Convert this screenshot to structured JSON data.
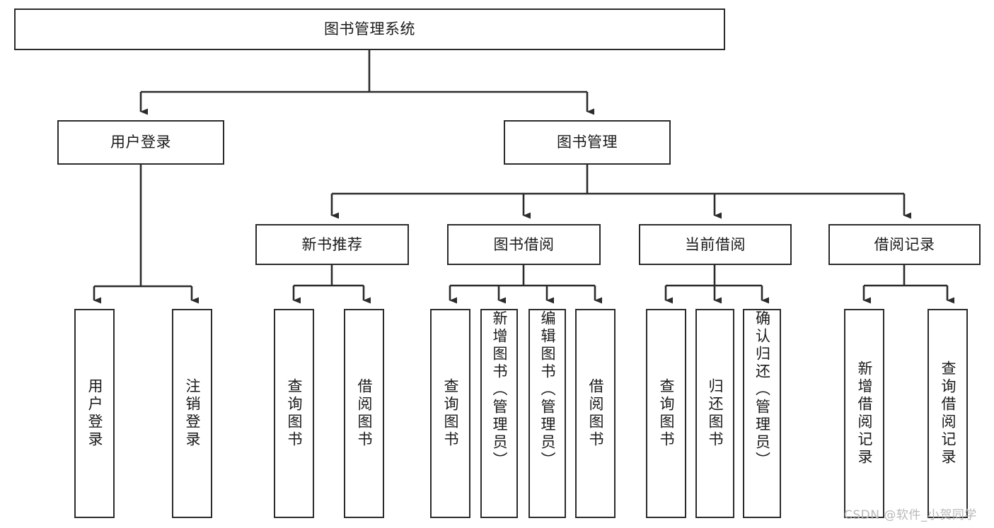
{
  "diagram": {
    "title": "图书管理系统",
    "type": "tree-hierarchy-chart",
    "line_color": "#2b2b2b",
    "box_fill": "#ffffff",
    "text_color": "#1a1a1a"
  },
  "nodes": {
    "root": {
      "label": "图书管理系统"
    },
    "level2": [
      {
        "label": "用户登录"
      },
      {
        "label": "图书管理"
      }
    ],
    "level3": [
      {
        "label": "新书推荐"
      },
      {
        "label": "图书借阅"
      },
      {
        "label": "当前借阅"
      },
      {
        "label": "借阅记录"
      }
    ],
    "leaves": {
      "user_login": [
        {
          "label": "用户登录"
        },
        {
          "label": "注销登录"
        }
      ],
      "new_book_recommend": [
        {
          "label": "查询图书"
        },
        {
          "label": "借阅图书"
        }
      ],
      "book_borrow": [
        {
          "label": "查询图书"
        },
        {
          "label": "新增图书（管理员）"
        },
        {
          "label": "编辑图书（管理员）"
        },
        {
          "label": "借阅图书"
        }
      ],
      "current_borrow": [
        {
          "label": "查询图书"
        },
        {
          "label": "归还图书"
        },
        {
          "label": "确认归还（管理员）"
        }
      ],
      "borrow_record": [
        {
          "label": "新增借阅记录"
        },
        {
          "label": "查询借阅记录"
        }
      ]
    }
  },
  "watermark": {
    "text": "CSDN @软件_小贺同学"
  }
}
